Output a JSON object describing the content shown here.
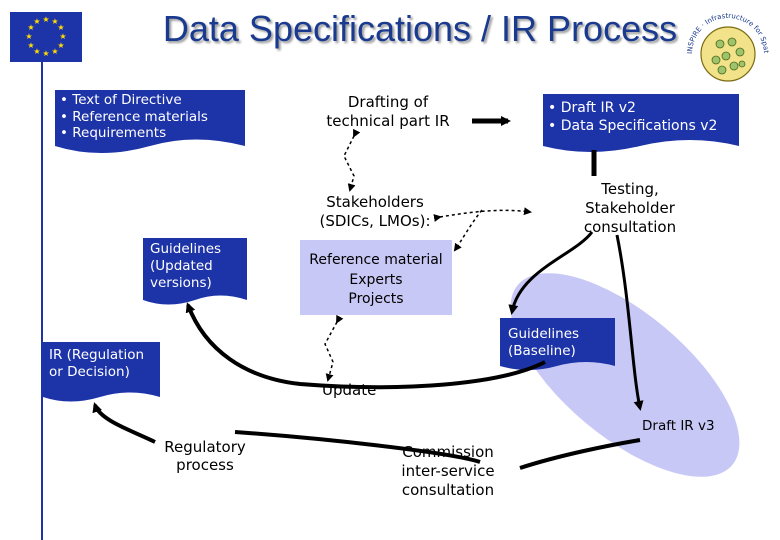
{
  "title": "Data Specifications / IR Process",
  "logo": {
    "text": "INSPIRE · Infrastructure for Spatial Information in Europe"
  },
  "inputs": [
    "Text of Directive",
    "Reference materials",
    "Requirements"
  ],
  "drafting": "Drafting of technical part IR",
  "draft_v2": [
    "Draft IR v2",
    "Data Specifications v2"
  ],
  "stakeholders": "Stakeholders (SDICs, LMOs):",
  "testing": "Testing, Stakeholder consultation",
  "guidelines_updated": "Guidelines (Updated versions)",
  "reference": [
    "Reference material",
    "Experts",
    "Projects"
  ],
  "guidelines_baseline": "Guidelines (Baseline)",
  "ir_regulation": "IR (Regulation or Decision)",
  "update": "Update",
  "draft_v3": "Draft IR v3",
  "regulatory": "Regulatory process",
  "commission": "Commission inter-service consultation",
  "colors": {
    "box_blue": "#1d33a8",
    "lavender": "#c8c8f6",
    "title": "#1a3a8f"
  }
}
